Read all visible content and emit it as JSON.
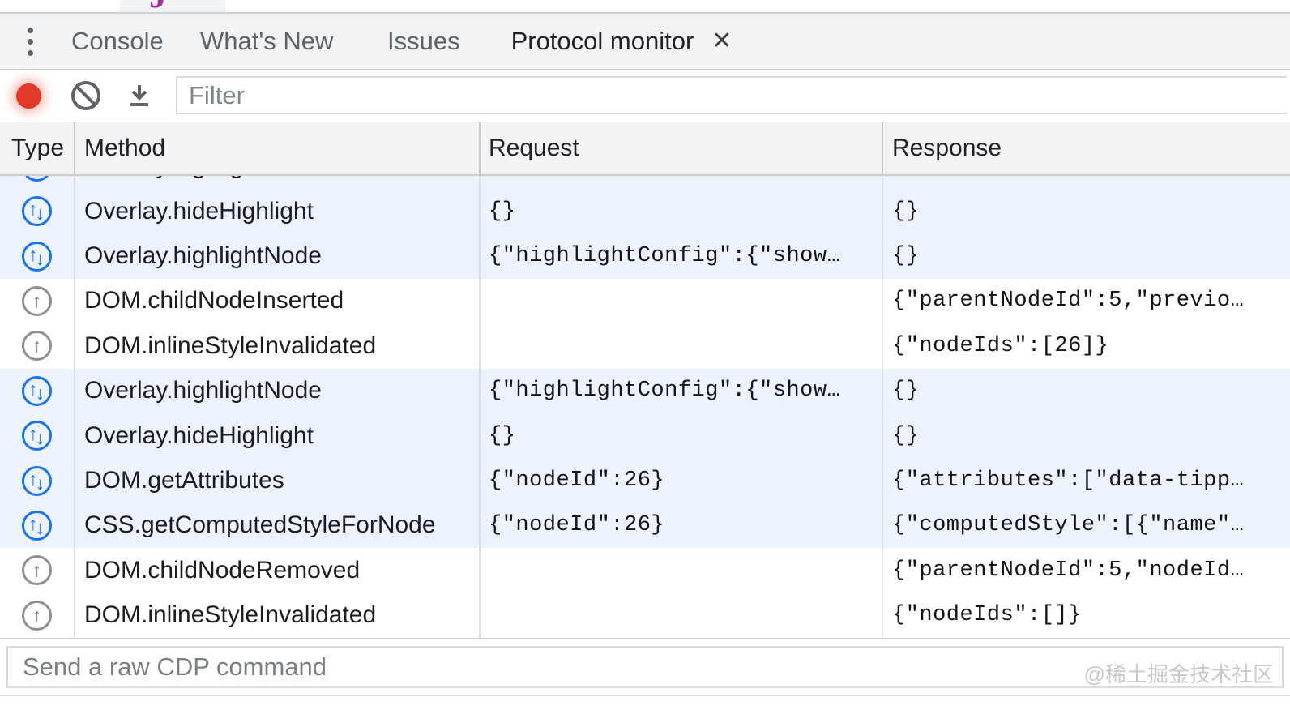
{
  "tabbar": {
    "tabs": [
      {
        "label": "Console"
      },
      {
        "label": "What's New"
      },
      {
        "label": "Issues"
      },
      {
        "label": "Protocol monitor",
        "active": true
      }
    ],
    "close_glyph": "✕"
  },
  "toolbar": {
    "filter": {
      "placeholder": "Filter",
      "value": ""
    }
  },
  "table": {
    "columns": [
      "Type",
      "Method",
      "Request",
      "Response"
    ],
    "rows": [
      {
        "kind": "command",
        "partial": true,
        "method": "Overlay.highlightNode",
        "request": "{\"highlightConfig\":{\"show…",
        "response": "{}"
      },
      {
        "kind": "command",
        "method": "Overlay.hideHighlight",
        "request": "{}",
        "response": "{}"
      },
      {
        "kind": "command",
        "method": "Overlay.highlightNode",
        "request": "{\"highlightConfig\":{\"show…",
        "response": "{}"
      },
      {
        "kind": "event",
        "method": "DOM.childNodeInserted",
        "request": "",
        "response": "{\"parentNodeId\":5,\"previo…"
      },
      {
        "kind": "event",
        "method": "DOM.inlineStyleInvalidated",
        "request": "",
        "response": "{\"nodeIds\":[26]}"
      },
      {
        "kind": "command",
        "method": "Overlay.highlightNode",
        "request": "{\"highlightConfig\":{\"show…",
        "response": "{}"
      },
      {
        "kind": "command",
        "method": "Overlay.hideHighlight",
        "request": "{}",
        "response": "{}"
      },
      {
        "kind": "command",
        "method": "DOM.getAttributes",
        "request": "{\"nodeId\":26}",
        "response": "{\"attributes\":[\"data-tipp…"
      },
      {
        "kind": "command",
        "method": "CSS.getComputedStyleForNode",
        "request": "{\"nodeId\":26}",
        "response": "{\"computedStyle\":[{\"name\"…"
      },
      {
        "kind": "event",
        "method": "DOM.childNodeRemoved",
        "request": "",
        "response": "{\"parentNodeId\":5,\"nodeId…"
      },
      {
        "kind": "event",
        "method": "DOM.inlineStyleInvalidated",
        "request": "",
        "response": "{\"nodeIds\":[]}"
      }
    ]
  },
  "footer": {
    "cdp_input": {
      "placeholder": "Send a raw CDP command",
      "value": ""
    },
    "watermark": "@稀土掘金技术社区"
  },
  "colors": {
    "accent_blue": "#1a73e8",
    "record_red": "#e13a28",
    "command_row_bg": "#edf3fd",
    "panel_bg": "#f1f3f4"
  }
}
